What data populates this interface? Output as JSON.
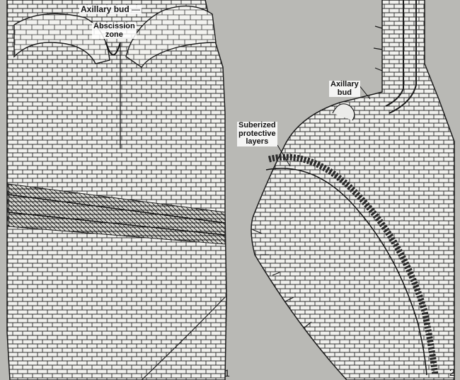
{
  "figure_left": {
    "number": "1",
    "labels": {
      "axillary_bud": "Axillary bud",
      "abscission_zone_line1": "Abscission",
      "abscission_zone_line2": "zone"
    }
  },
  "figure_right": {
    "number": "2",
    "labels": {
      "axillary_bud_line1": "Axillary",
      "axillary_bud_line2": "bud",
      "suberized_line1": "Suberized",
      "suberized_line2": "protective",
      "suberized_line3": "layers"
    }
  },
  "colors": {
    "background": "#b9b9b5",
    "tissue": "#efefec",
    "ink": "#1a1a1a"
  }
}
